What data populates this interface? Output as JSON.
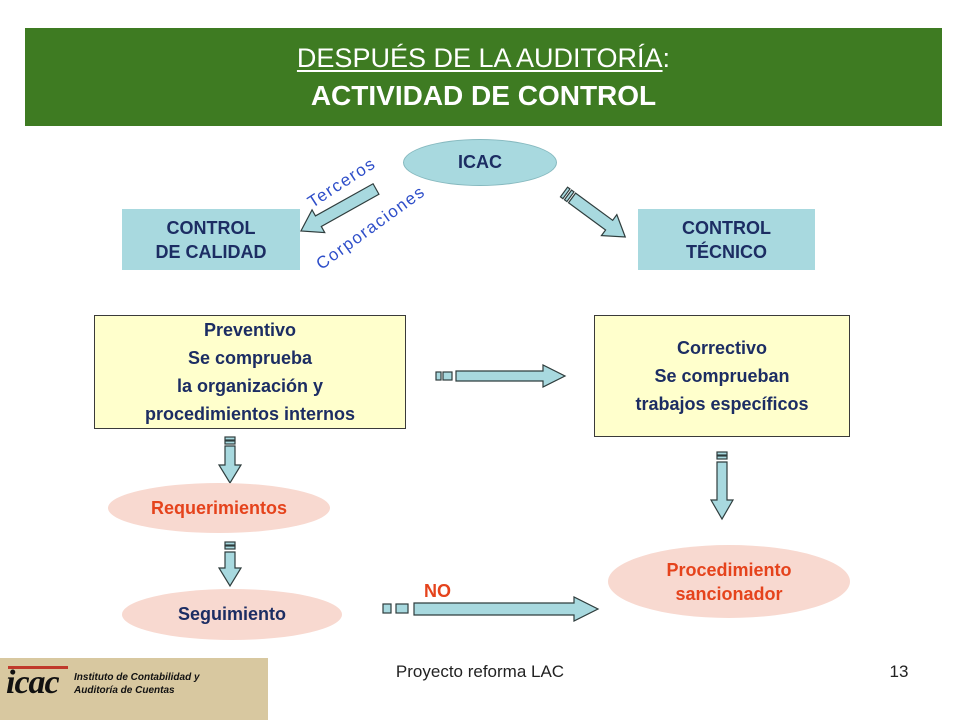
{
  "title": {
    "line1": "DESPUÉS DE LA AUDITORÍA",
    "line1_suffix": ":",
    "line2": "ACTIVIDAD DE CONTROL"
  },
  "nodes": {
    "icac": "ICAC",
    "control_calidad": {
      "lines": [
        "CONTROL",
        "DE CALIDAD"
      ]
    },
    "control_tecnico": {
      "lines": [
        "CONTROL",
        "TÉCNICO"
      ]
    },
    "preventivo": {
      "lines": [
        "Preventivo",
        "Se comprueba",
        "la organización y",
        "procedimientos internos"
      ]
    },
    "correctivo": {
      "lines": [
        "Correctivo",
        "Se comprueban",
        "trabajos específicos"
      ]
    },
    "requerimientos": "Requerimientos",
    "seguimiento": "Seguimiento",
    "procedimiento": {
      "lines": [
        "Procedimiento",
        "sancionador"
      ]
    }
  },
  "edge_labels": {
    "terceros": "Terceros",
    "corporaciones": "Corporaciones",
    "no": "NO"
  },
  "footer": {
    "text": "Proyecto reforma LAC",
    "page": "13",
    "logo": {
      "mark": "icac",
      "line1": "Instituto de Contabilidad y",
      "line2": "Auditoría de Cuentas"
    }
  },
  "colors": {
    "title_bg": "#3e7b22",
    "teal": "#a8d9df",
    "yellow": "#ffffcc",
    "pink": "#f8d9d0",
    "navy": "#1c2d63",
    "orange": "#e5431c",
    "blue": "#2e4ec9",
    "logo_bg": "#d8c8a0"
  }
}
